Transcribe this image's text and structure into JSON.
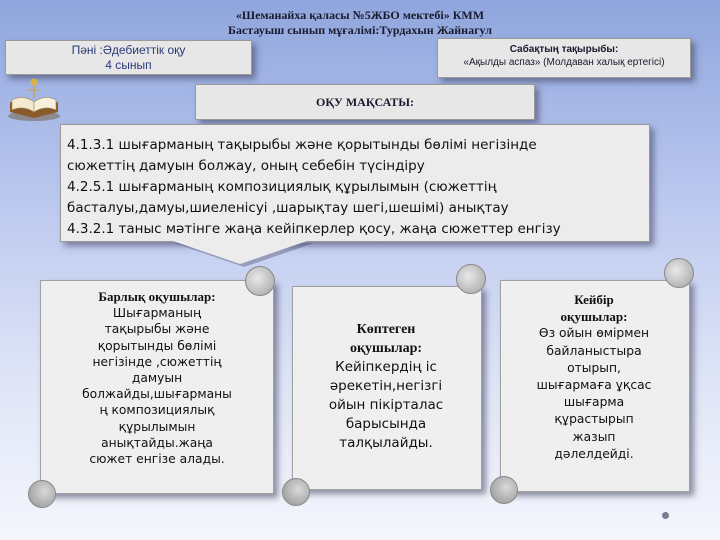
{
  "header": {
    "line1": "«Шеманайха қаласы №5ЖБО  мектебі» КММ",
    "line2": "Бастауыш сынып мұғалімі:Турдахын Жайнагул"
  },
  "subject_box": {
    "line1": "Пәні :Әдебиеттік оқу",
    "line2": "4 сынып"
  },
  "topic_box": {
    "title": "Сабақтың тақырыбы:",
    "text": "«Ақылды аспаз» (Молдаван халық ертегісі)"
  },
  "goals": {
    "title": "ОҚУ МАҚСАТЫ:",
    "lines": [
      "4.1.3.1 шығарманың тақырыбы және қорытынды бөлімі негізінде",
      "сюжеттің дамуын болжау, оның себебін түсіндіру",
      "4.2.5.1 шығарманың композициялық  құрылымын (сюжеттің",
      "басталуы,дамуы,шиеленісуі ,шарықтау шегі,шешімі) анықтау",
      "4.3.2.1 таныс мәтінге жаңа кейіпкерлер қосу, жаңа сюжеттер енгізу"
    ]
  },
  "scrolls": [
    {
      "title": "Барлық  оқушылар:",
      "body": [
        "Шығарманың",
        "тақырыбы және",
        "қорытынды бөлімі",
        "негізінде   ,сюжеттің",
        "дамуын",
        "болжайды,шығарманы",
        "ң композициялық",
        "құрылымын",
        "анықтайды.жаңа",
        "сюжет енгізе алады."
      ]
    },
    {
      "title": "Көптеген оқушылар:",
      "title_lines": [
        "Көптеген",
        "оқушылар:"
      ],
      "body": [
        "Кейіпкердің  іс",
        "әрекетін,негізгі",
        "ойын пікірталас",
        "барысында",
        "талқылайды."
      ]
    },
    {
      "title": "Кейбір оқушылар:",
      "title_lines": [
        "Кейбір",
        "оқушылар:"
      ],
      "body": [
        "Өз ойын өмірмен",
        "байланыстыра",
        "отырып,",
        "шығармаға ұқсас",
        "шығарма",
        "құрастырып",
        "жазып",
        "дәлелдейді."
      ]
    }
  ],
  "icons": {
    "book": "open-book-icon"
  }
}
